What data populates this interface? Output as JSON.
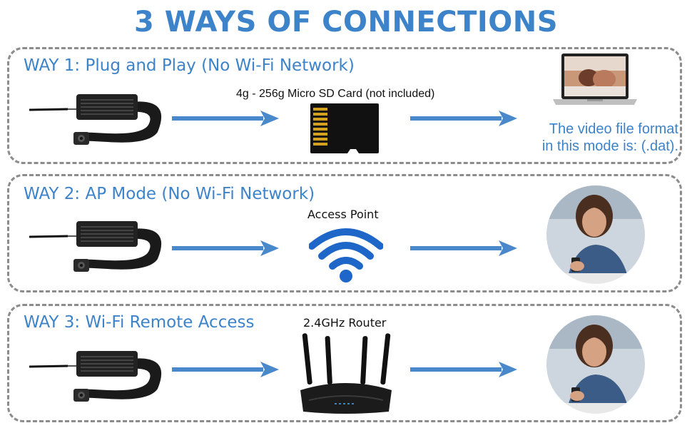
{
  "title": "3 WAYS OF CONNECTIONS",
  "accent_color": "#3d83c9",
  "ways": [
    {
      "title": "WAY 1: Plug and Play (No Wi-Fi Network)",
      "middle_label": "4g - 256g Micro SD Card (not included)",
      "middle_icon": "micro-sd-card-icon",
      "end_icon": "laptop-icon",
      "note_line1": "The video file format",
      "note_line2": "in this mode is: (.dat)."
    },
    {
      "title": "WAY 2: AP Mode (No Wi-Fi Network)",
      "middle_label": "Access Point",
      "middle_icon": "wifi-icon",
      "end_icon": "person-with-phone-photo"
    },
    {
      "title": "WAY 3: Wi-Fi Remote Access",
      "middle_label": "2.4GHz Router",
      "middle_icon": "router-icon",
      "end_icon": "person-with-phone-photo"
    }
  ]
}
